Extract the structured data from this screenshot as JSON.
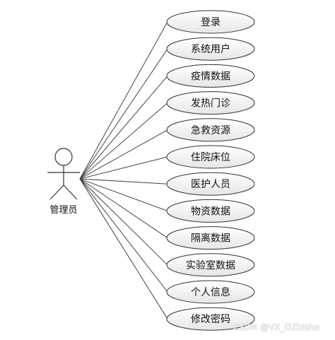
{
  "actor": {
    "label": "管理员"
  },
  "use_cases": [
    {
      "label": "登录"
    },
    {
      "label": "系统用户"
    },
    {
      "label": "疫情数据"
    },
    {
      "label": "发热门诊"
    },
    {
      "label": "急救资源"
    },
    {
      "label": "住院床位"
    },
    {
      "label": "医护人员"
    },
    {
      "label": "物资数据"
    },
    {
      "label": "隔离数据"
    },
    {
      "label": "实验室数据"
    },
    {
      "label": "个人信息"
    },
    {
      "label": "修改密码"
    }
  ],
  "watermark": "CSDN @VX_DZbishe",
  "colors": {
    "ellipse_fill_top": "#ffffff",
    "ellipse_fill_bottom": "#e6e6e6",
    "stroke": "#333333",
    "line": "#444444"
  }
}
